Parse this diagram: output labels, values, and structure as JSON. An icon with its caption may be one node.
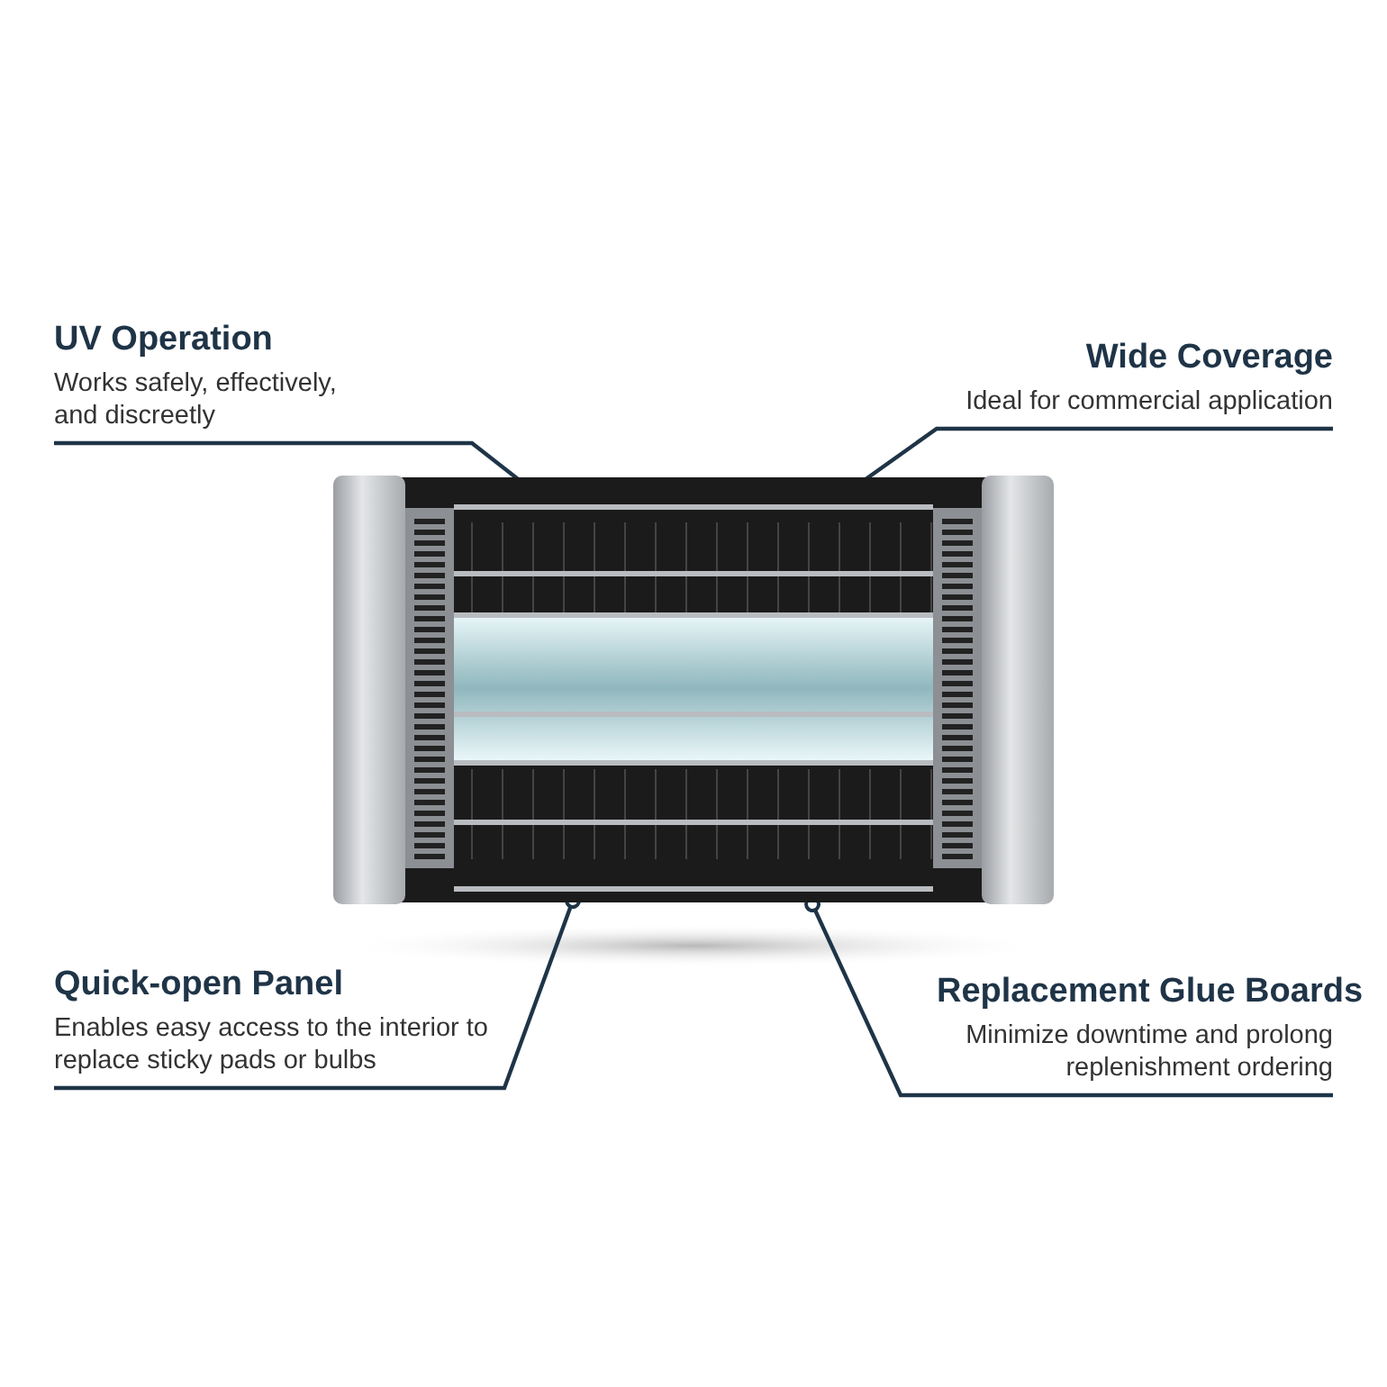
{
  "diagram": {
    "nodes": [
      {
        "text": [
          "UV Operation",
          "Works safely, effectively, and discreetly"
        ]
      },
      {
        "text": [
          "Wide Coverage",
          "Ideal for commercial application"
        ]
      },
      {
        "text": [
          "Quick-open Panel",
          "Enables easy access to the interior to replace sticky pads or bulbs"
        ]
      },
      {
        "text": [
          "Replacement Glue Boards",
          "Minimize downtime and prolong replenishment ordering"
        ]
      },
      {
        "text": [],
        "shape": "picture"
      }
    ],
    "edges": [
      {
        "from": 0,
        "to": 4,
        "arrow": "other"
      },
      {
        "from": 1,
        "to": 4,
        "arrow": "other"
      },
      {
        "from": 2,
        "to": 4,
        "arrow": "other"
      },
      {
        "from": 3,
        "to": 4,
        "arrow": "other"
      }
    ]
  }
}
